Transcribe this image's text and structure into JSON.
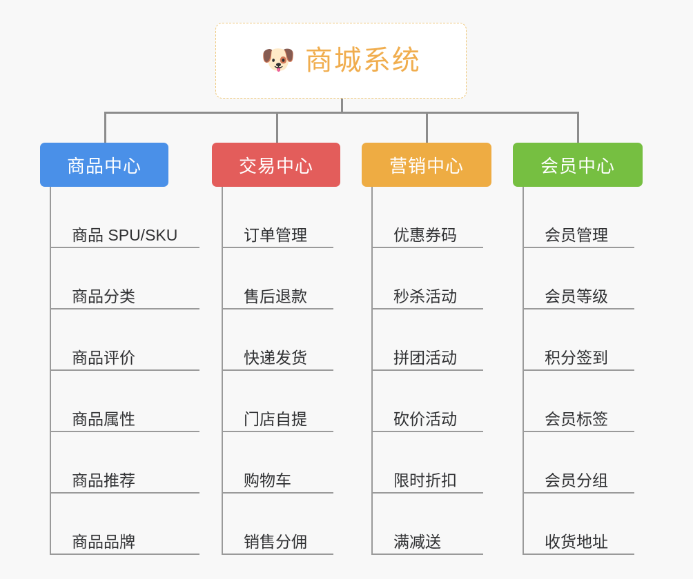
{
  "canvas": {
    "background_color": "#f8f8f8"
  },
  "root": {
    "emoji": "🐶",
    "emoji_name": "dog-face-icon",
    "title": "商城系统",
    "text_color": "#f0ad4e",
    "border_color": "#eec77a"
  },
  "connector_color": "#8c8c8c",
  "columns": [
    {
      "id": "product-center",
      "title": "商品中心",
      "color": "#4a90e8",
      "items": [
        "商品 SPU/SKU",
        "商品分类",
        "商品评价",
        "商品属性",
        "商品推荐",
        "商品品牌"
      ]
    },
    {
      "id": "trade-center",
      "title": "交易中心",
      "color": "#e35d5b",
      "items": [
        "订单管理",
        "售后退款",
        "快递发货",
        "门店自提",
        "购物车",
        "销售分佣"
      ]
    },
    {
      "id": "marketing-center",
      "title": "营销中心",
      "color": "#eeac43",
      "items": [
        "优惠券码",
        "秒杀活动",
        "拼团活动",
        "砍价活动",
        "限时折扣",
        "满减送"
      ]
    },
    {
      "id": "member-center",
      "title": "会员中心",
      "color": "#76bf41",
      "items": [
        "会员管理",
        "会员等级",
        "积分签到",
        "会员标签",
        "会员分组",
        "收货地址"
      ]
    }
  ]
}
